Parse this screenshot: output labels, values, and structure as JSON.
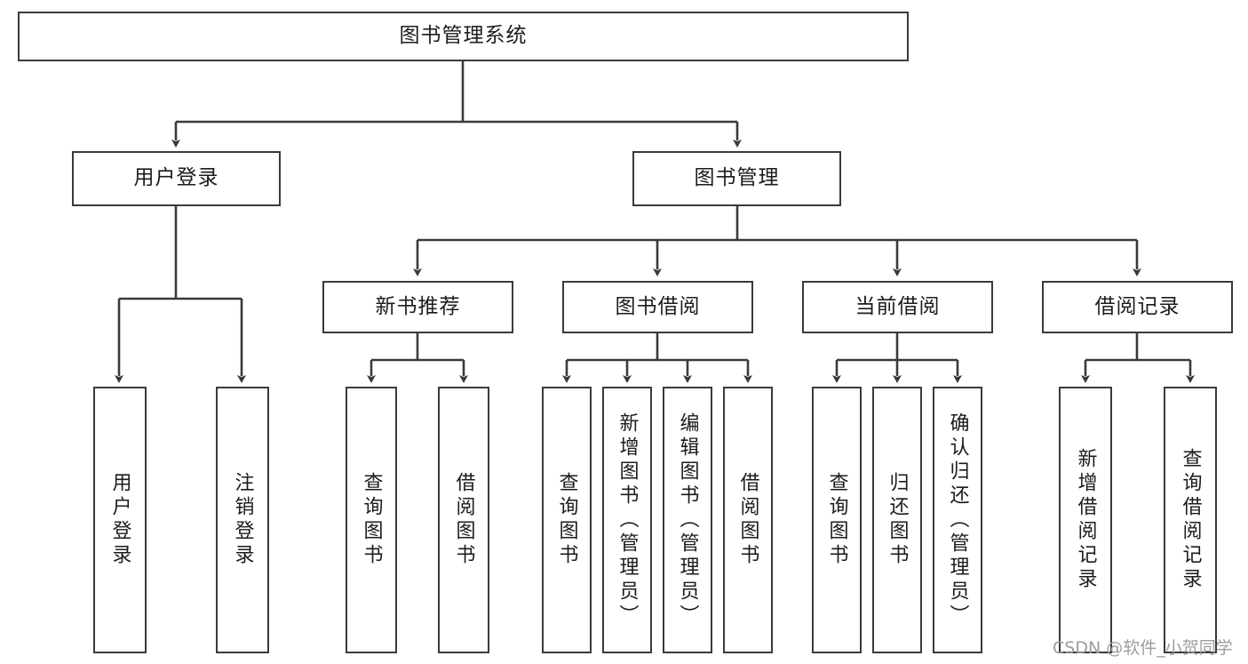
{
  "diagram": {
    "title": "图书管理系统",
    "type": "tree",
    "watermark": "CSDN @软件_小贺同学",
    "colors": {
      "box_border": "#3a3a3a",
      "box_fill": "#ffffff",
      "edge": "#3a3a3a",
      "text": "#1c1c1c",
      "watermark": "#9d9d9d"
    },
    "root": {
      "label": "图书管理系统"
    },
    "level1": [
      {
        "label": "用户登录"
      },
      {
        "label": "图书管理"
      }
    ],
    "level2": [
      {
        "label": "新书推荐"
      },
      {
        "label": "图书借阅"
      },
      {
        "label": "当前借阅"
      },
      {
        "label": "借阅记录"
      }
    ],
    "leaves": {
      "user_login": [
        {
          "label": "用户登录"
        },
        {
          "label": "注销登录"
        }
      ],
      "new_book_recommend": [
        {
          "label": "查询图书"
        },
        {
          "label": "借阅图书"
        }
      ],
      "book_borrow": [
        {
          "label": "查询图书"
        },
        {
          "label": "新增图书（管理员）"
        },
        {
          "label": "编辑图书（管理员）"
        },
        {
          "label": "借阅图书"
        }
      ],
      "current_borrow": [
        {
          "label": "查询图书"
        },
        {
          "label": "归还图书"
        },
        {
          "label": "确认归还（管理员）"
        }
      ],
      "borrow_record": [
        {
          "label": "新增借阅记录"
        },
        {
          "label": "查询借阅记录"
        }
      ]
    }
  }
}
